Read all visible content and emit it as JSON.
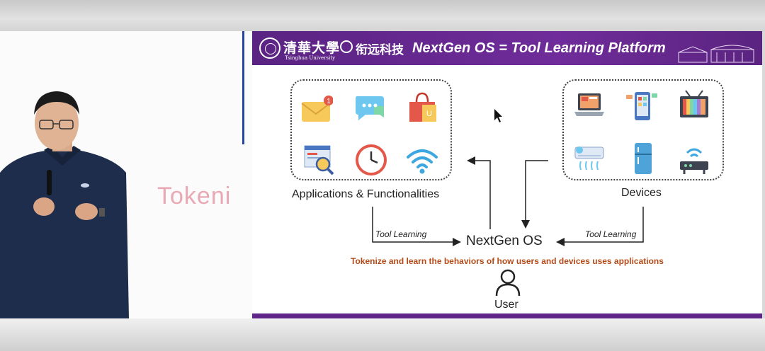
{
  "background_slide": {
    "partial_text": "Tokeni"
  },
  "slide": {
    "title": "NextGen OS = Tool Learning Platform",
    "university_name_cn": "清華大學",
    "university_name_en": "Tsinghua University",
    "partner_name": "衔远科技",
    "notification_badge": "1",
    "left_group_label": "Applications & Functionalities",
    "right_group_label": "Devices",
    "left_edge_label": "Tool Learning",
    "right_edge_label": "Tool Learning",
    "center_node": "NextGen OS",
    "tagline": "Tokenize and learn the behaviors of how users and devices uses applications",
    "user_label": "User",
    "app_icons": [
      "mail-icon",
      "chat-bubble-icon",
      "shopping-bag-icon",
      "webpage-search-icon",
      "clock-icon",
      "wifi-icon"
    ],
    "device_icons": [
      "laptop-icon",
      "smartphone-icon",
      "television-icon",
      "air-conditioner-icon",
      "refrigerator-icon",
      "router-icon"
    ]
  },
  "colors": {
    "header_purple": "#5e2688",
    "tagline_orange": "#b34a17",
    "speaker_shirt": "#1f2d4d"
  }
}
